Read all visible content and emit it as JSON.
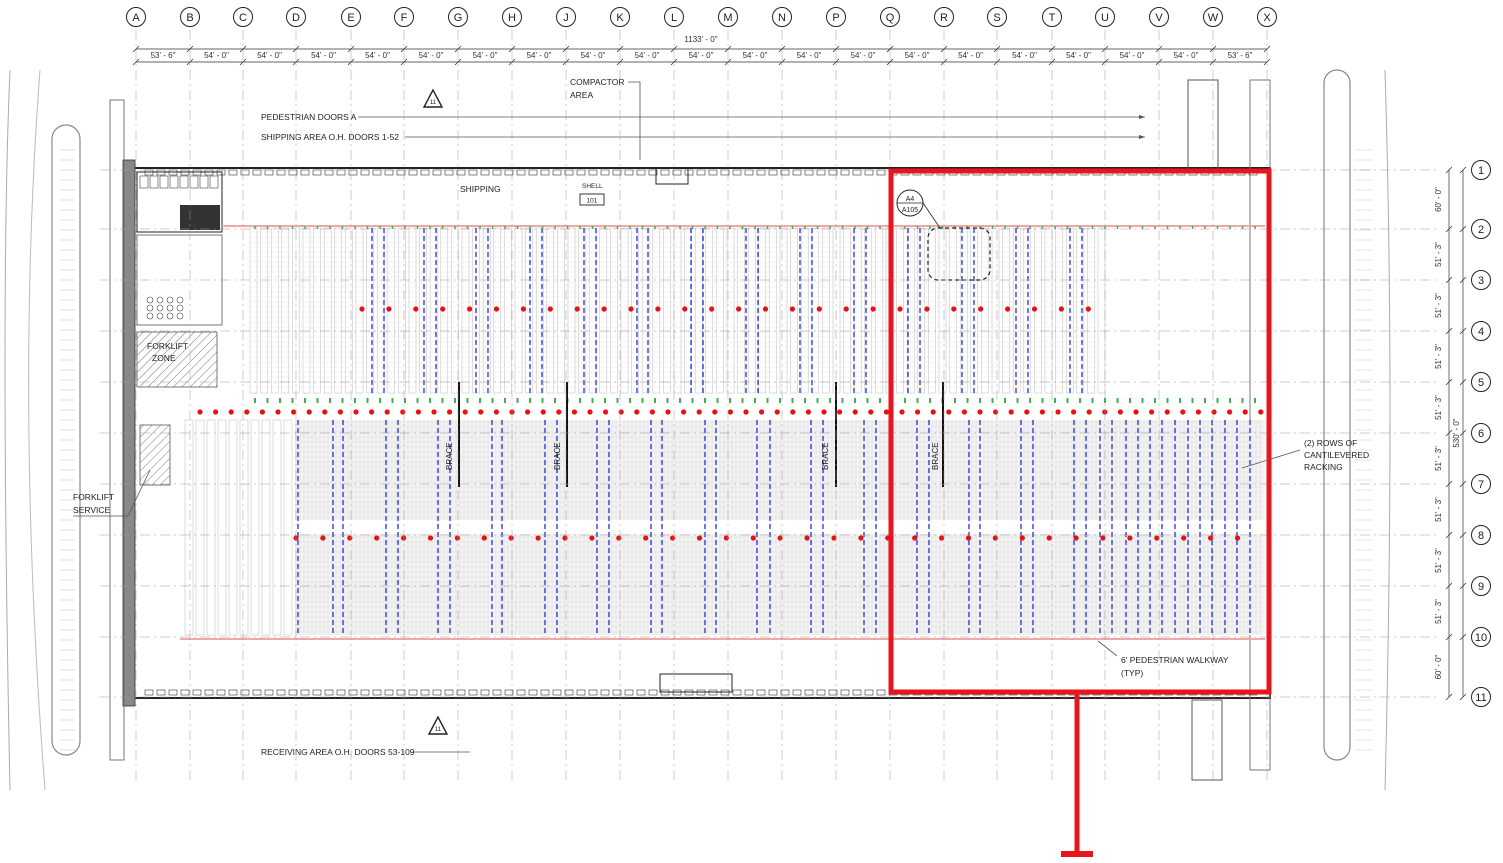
{
  "columns": [
    "A",
    "B",
    "C",
    "D",
    "E",
    "F",
    "G",
    "H",
    "J",
    "K",
    "L",
    "M",
    "N",
    "P",
    "Q",
    "R",
    "S",
    "T",
    "U",
    "V",
    "W",
    "X"
  ],
  "column_spacings": [
    "53' - 6\"",
    "54' - 0\"",
    "54' - 0\"",
    "54' - 0\"",
    "54' - 0\"",
    "54' - 0\"",
    "54' - 0\"",
    "54' - 0\"",
    "54' - 0\"",
    "54' - 0\"",
    "54' - 0\"",
    "54' - 0\"",
    "54' - 0\"",
    "54' - 0\"",
    "54' - 0\"",
    "54' - 0\"",
    "54' - 0\"",
    "54' - 0\"",
    "54' - 0\"",
    "54' - 0\"",
    "53' - 6\""
  ],
  "overall_width": "1133' - 0\"",
  "rows": [
    "1",
    "2",
    "3",
    "4",
    "5",
    "6",
    "7",
    "8",
    "9",
    "10",
    "11"
  ],
  "row_spacings": [
    "60' - 0\"",
    "51' - 3\"",
    "51' - 3\"",
    "51' - 3\"",
    "51' - 3\"",
    "51' - 3\"",
    "51' - 3\"",
    "51' - 3\"",
    "51' - 3\"",
    "60' - 0\""
  ],
  "overall_depth": "530' - 0\"",
  "labels": {
    "pedestrian_doors": "PEDESTRIAN DOORS A",
    "shipping_doors": "SHIPPING AREA O.H. DOORS 1-52",
    "compactor_line1": "COMPACTOR",
    "compactor_line2": "AREA",
    "shipping": "SHIPPING",
    "shell": "SHELL",
    "shell_num": "101",
    "forklift_zone_1": "FORKLIFT",
    "forklift_zone_2": "ZONE",
    "forklift_service_1": "FORKLIFT",
    "forklift_service_2": "SERVICE",
    "brace": "BRACE",
    "cantilever_1": "(2) ROWS OF",
    "cantilever_2": "CANTILEVERED",
    "cantilever_3": "RACKING",
    "walkway_1": "6' PEDESTRIAN WALKWAY",
    "walkway_2": "(TYP)",
    "receiving_doors": "RECEIVING AREA O.H. DOORS 53-109",
    "callout_top": "A4",
    "callout_bottom": "A105",
    "section_mark": "11"
  },
  "colors": {
    "line": "#333333",
    "rack_blue": "#1f2fd8",
    "column_red": "#e81010",
    "highlight": "#e8161c",
    "pink_line": "#f3a6a6",
    "green_tick": "#39b54a"
  }
}
